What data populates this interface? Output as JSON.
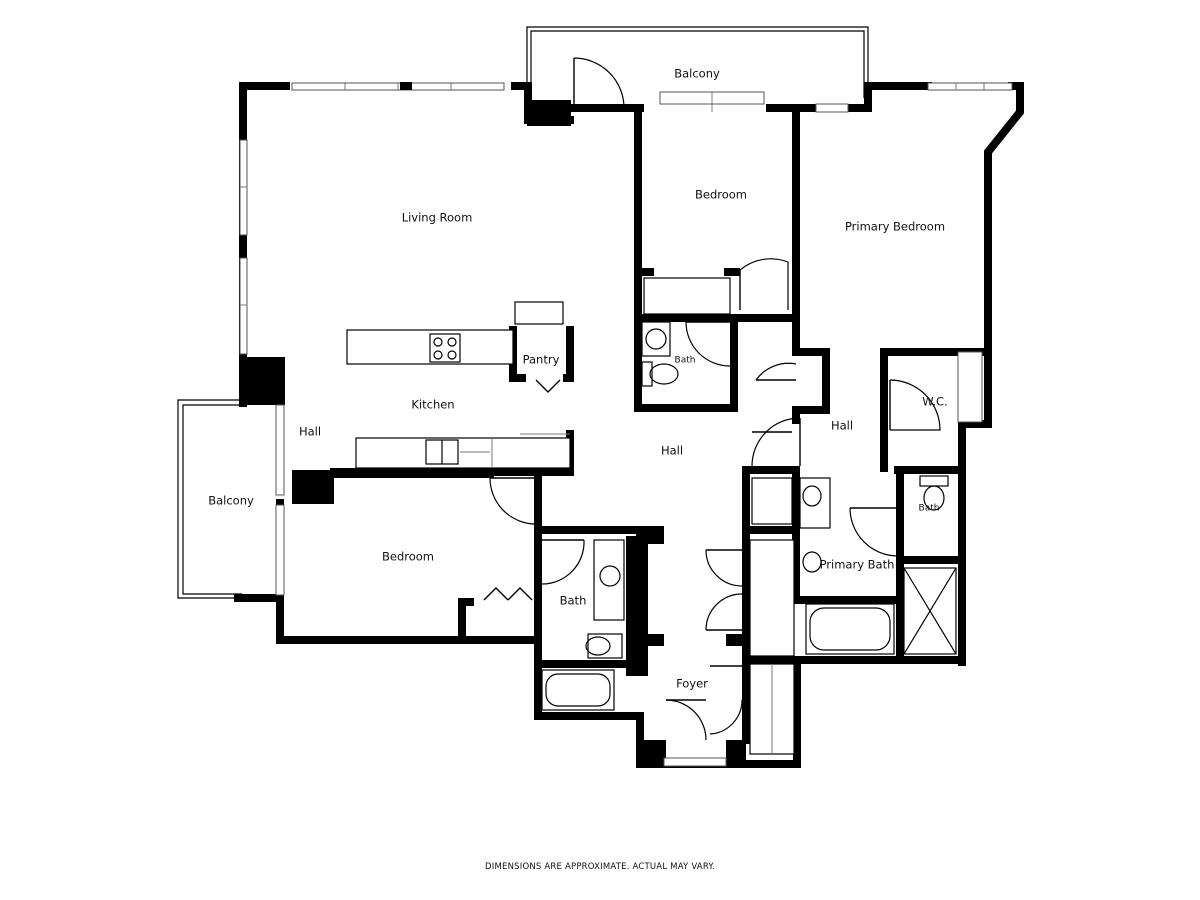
{
  "rooms": {
    "balcony_top": "Balcony",
    "living_room": "Living Room",
    "bedroom_top": "Bedroom",
    "primary_bedroom": "Primary Bedroom",
    "pantry": "Pantry",
    "bath_small": "Bath",
    "kitchen": "Kitchen",
    "hall_left": "Hall",
    "hall_center": "Hall",
    "hall_right": "Hall",
    "wc": "W.C.",
    "balcony_left": "Balcony",
    "bedroom_lower": "Bedroom",
    "bath_lower": "Bath",
    "primary_bath": "Primary Bath",
    "bath_right": "Bath",
    "foyer": "Foyer"
  },
  "footer": {
    "disclaimer": "DIMENSIONS ARE APPROXIMATE. ACTUAL MAY VARY."
  },
  "colors": {
    "wall": "#000000",
    "background": "#ffffff"
  }
}
